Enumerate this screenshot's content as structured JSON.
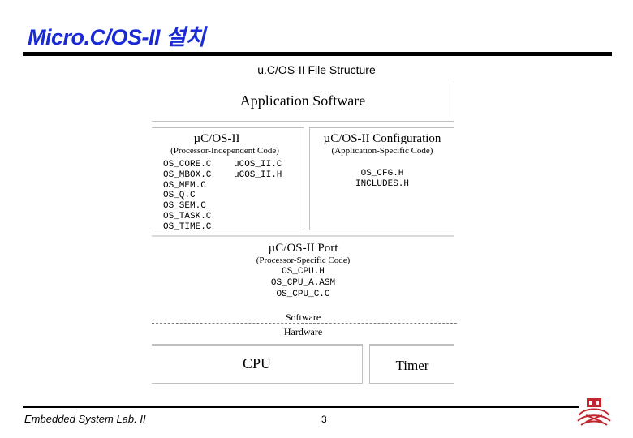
{
  "slide": {
    "title": "Micro.C/OS-II 설치",
    "caption": "u.C/OS-II File Structure",
    "footer_text": "Embedded System Lab. II",
    "page_number": "3"
  },
  "diagram": {
    "application": "Application Software",
    "core": {
      "title": "µC/OS-II",
      "subtitle": "(Processor-Independent Code)",
      "files_col1": [
        "OS_CORE.C",
        "OS_MBOX.C",
        "OS_MEM.C",
        "OS_Q.C",
        "OS_SEM.C",
        "OS_TASK.C",
        "OS_TIME.C"
      ],
      "files_col2": [
        "uCOS_II.C",
        "uCOS_II.H"
      ]
    },
    "config": {
      "title": "µC/OS-II Configuration",
      "subtitle": "(Application-Specific Code)",
      "files": [
        "OS_CFG.H",
        "INCLUDES.H"
      ]
    },
    "port": {
      "title": "µC/OS-II Port",
      "subtitle": "(Processor-Specific Code)",
      "files": [
        "OS_CPU.H",
        "OS_CPU_A.ASM",
        "OS_CPU_C.C"
      ]
    },
    "software_label": "Software",
    "hardware_label": "Hardware",
    "cpu": "CPU",
    "timer": "Timer"
  },
  "colors": {
    "title": "#1a2bd6",
    "logo": "#c0282d"
  }
}
